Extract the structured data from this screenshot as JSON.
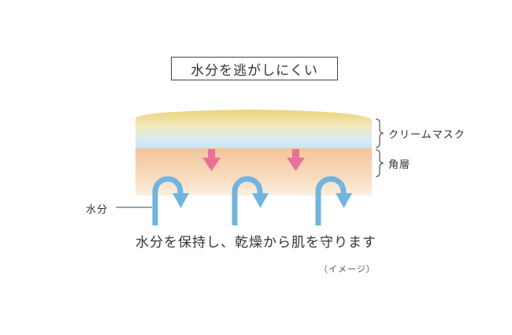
{
  "title": "水分を逃がしにくい",
  "labels": {
    "cream_mask": "クリームマスク",
    "stratum_corneum": "角層",
    "moisture": "水分"
  },
  "caption": "水分を保持し、乾燥から肌を守ります",
  "note": "（イメージ）",
  "colors": {
    "cream_top": "#ecd680",
    "mask_blue": "#cfe6f1",
    "stratum_peach": "#f5c99c",
    "arrow_pink": "#e8709a",
    "arrow_blue": "#6fb5df"
  }
}
